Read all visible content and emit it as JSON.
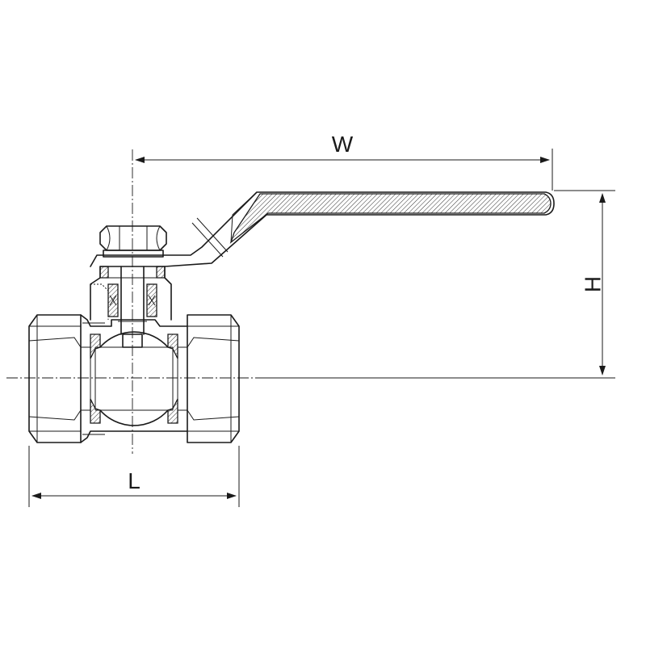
{
  "dimensions": {
    "width_label": "W",
    "height_label": "H",
    "length_label": "L"
  },
  "colors": {
    "line": "#1a1a1a",
    "background": "#ffffff"
  }
}
